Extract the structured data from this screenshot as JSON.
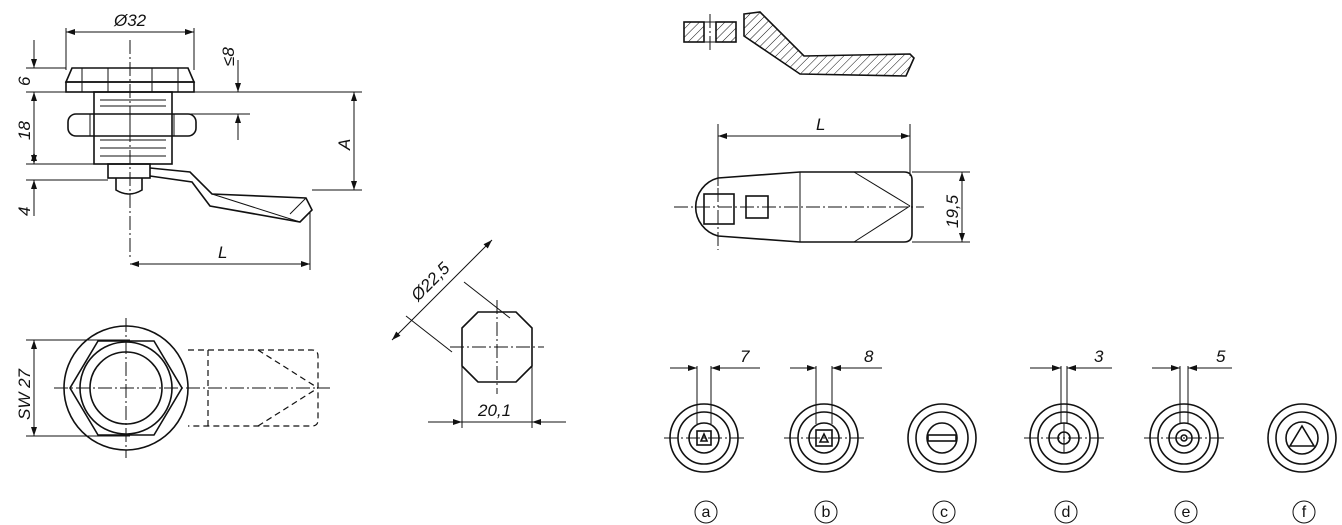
{
  "dimensions": {
    "d32": "Ø32",
    "le8": "≤8",
    "h6": "6",
    "h18": "18",
    "h4": "4",
    "A": "A",
    "L1": "L",
    "sw27": "SW 27",
    "d22_5": "Ø22,5",
    "w20_1": "20,1",
    "L2": "L",
    "w19_5": "19,5",
    "k7": "7",
    "k8": "8",
    "k3": "3",
    "k5": "5"
  },
  "variants": [
    "a",
    "b",
    "c",
    "d",
    "e",
    "f"
  ]
}
